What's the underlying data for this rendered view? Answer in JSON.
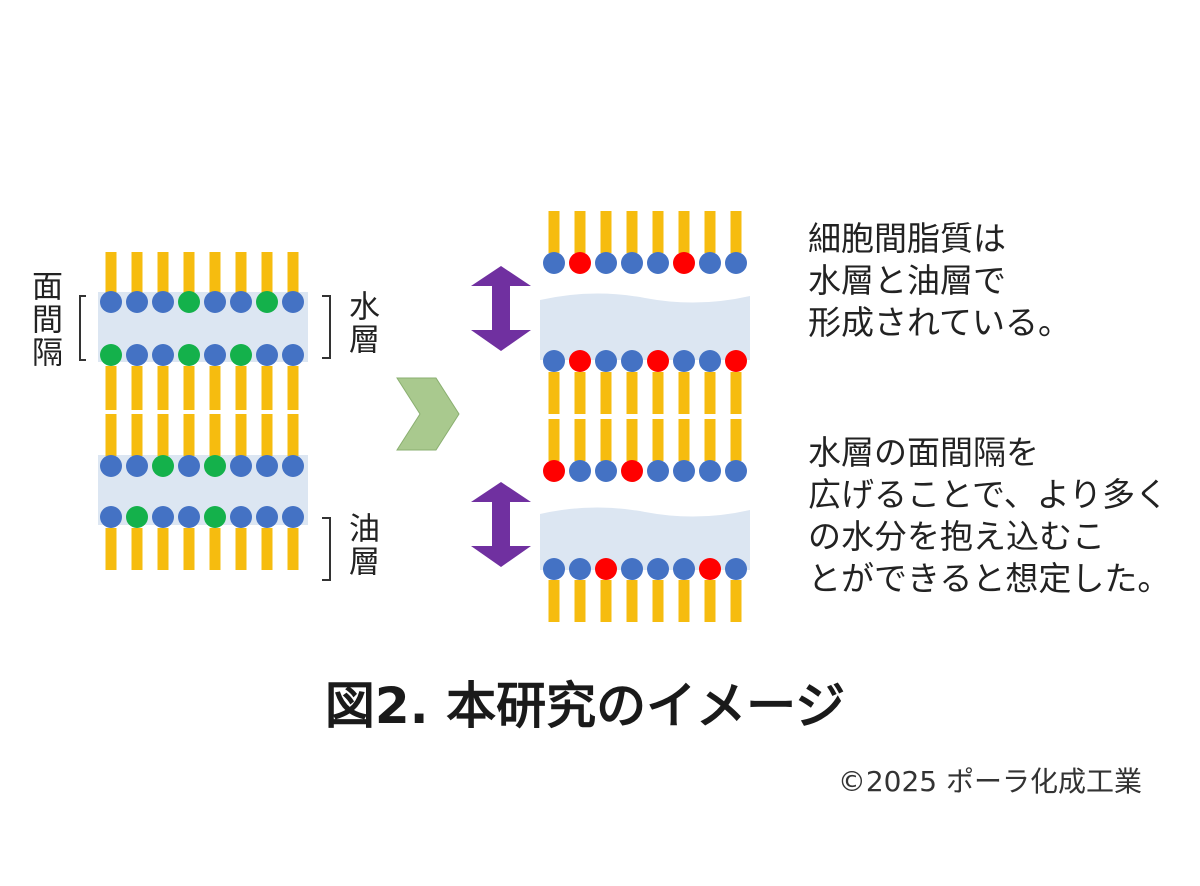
{
  "labels": {
    "interlayer_spacing": "面間隔",
    "water_layer": "水層",
    "oil_layer": "油層"
  },
  "descriptions": {
    "first": "細胞間脂質は\n水層と油層で\n形成されている。",
    "second": "水層の面間隔を\n広げることで、より多く\nの水分を抱え込むこ\nとができると想定した。"
  },
  "caption": "図2. 本研究のイメージ",
  "copyright": "©2025 ポーラ化成工業",
  "colors": {
    "lipid_tail": "#F6BC0F",
    "head_blue": "#4472C4",
    "head_green": "#14B14B",
    "head_red": "#FF0000",
    "water_band": "#DCE6F2",
    "arrow_purple": "#7030A0",
    "chevron_green": "#A9C98E"
  },
  "icons": {
    "transition": "chevron-right-icon",
    "spacing_arrows": "double-headed-vertical-arrow-icon",
    "brackets": "bracket-icon"
  }
}
